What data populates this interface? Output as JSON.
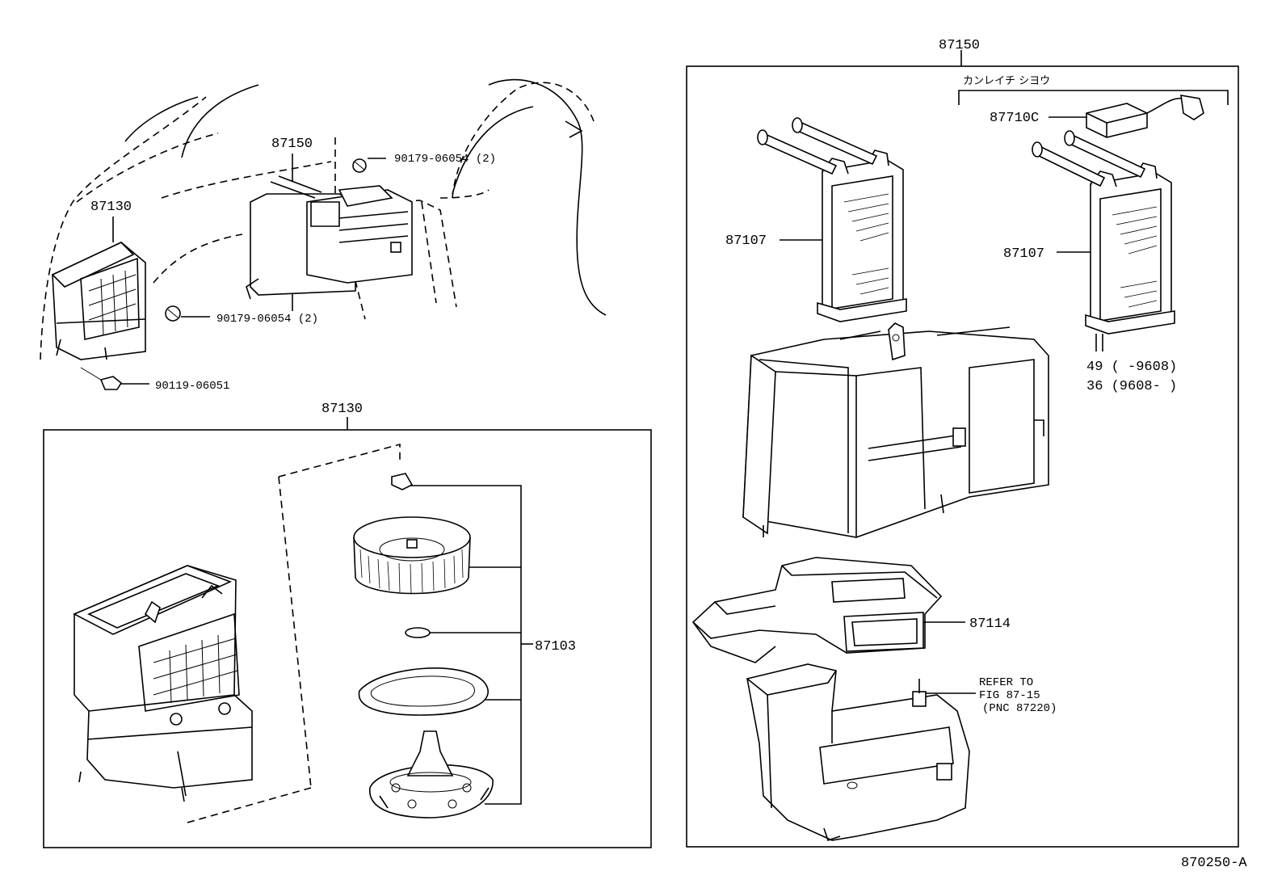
{
  "labels": {
    "top_assy": "87150",
    "kanreichi": "カンレイチ シヨウ",
    "amp": "87710C",
    "core_left": "87107",
    "core_right": "87107",
    "core_note_1": "49 (      -9608)",
    "core_note_2": "36 (9608-      )",
    "duct": "87114",
    "refer_1": "REFER TO",
    "refer_2": "FIG 87-15",
    "refer_3": "(PNC 87220)",
    "ov_unit": "87150",
    "ov_blower": "87130",
    "ov_nut_top": "90179-06054 (2)",
    "ov_nut_mid": "90179-06054 (2)",
    "ov_screw": "90119-06051",
    "blower_assy": "87130",
    "motor": "87103",
    "figure_no": "870250-A"
  }
}
